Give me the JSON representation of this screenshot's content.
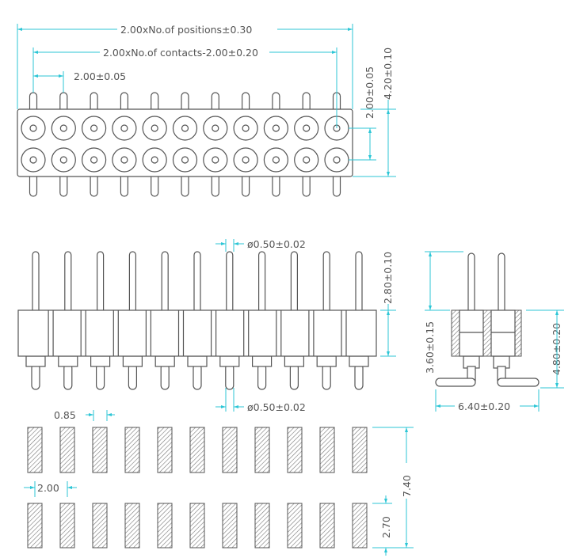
{
  "drawing": {
    "pins_per_row": 11,
    "colors": {
      "outline": "#555555",
      "dimension": "#2cc6d6"
    },
    "top_view": {
      "overall_length": "2.00xNo.of positions±0.30",
      "contact_span": "2.00xNo.of contacts-2.00±0.20",
      "pitch": "2.00±0.05",
      "row_pitch": "2.00±0.05",
      "body_width": "4.20±0.10"
    },
    "side_view": {
      "pin_diameter_top": "ø0.50±0.02",
      "pin_diameter_bottom": "ø0.50±0.02",
      "upper_pin_length": "2.80±0.10"
    },
    "end_view": {
      "pin_height": "3.60±0.15",
      "overall_height": "4.80±0.20",
      "lead_span": "6.40±0.20"
    },
    "footprint": {
      "pad_width": "0.85",
      "pad_pitch": "2.00",
      "overall_span": "7.40",
      "pad_length": "2.70"
    }
  }
}
